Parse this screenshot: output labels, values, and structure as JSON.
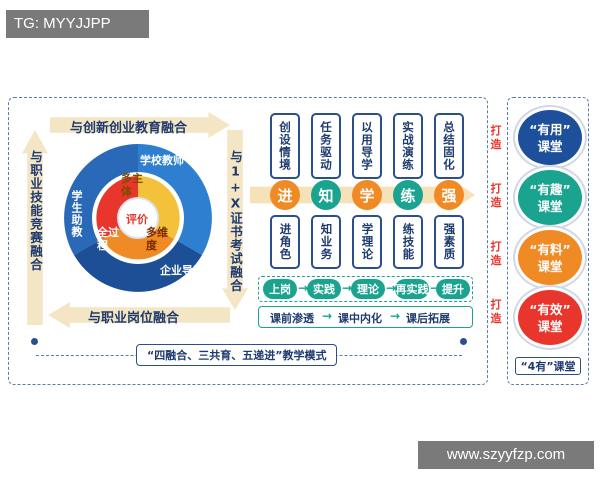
{
  "watermarks": {
    "top_left": "TG: MYYJJPP",
    "bottom_right": "www.szyyfzp.com"
  },
  "left_panel": {
    "top_label": "与创新创业教育融合",
    "bottom_label": "与职业岗位融合",
    "left_label": "与职业技能竞赛融合",
    "right_label": "与1+X证书考试融合",
    "wheel": {
      "outer": [
        "学校教师",
        "企业导师",
        "学生助教"
      ],
      "inner": [
        "多主体",
        "多维度",
        "全过程"
      ],
      "center": "评价"
    }
  },
  "stages": {
    "top_boxes": [
      "创设情境",
      "任务驱动",
      "以用导学",
      "实战演练",
      "总结固化"
    ],
    "circles": [
      "进",
      "知",
      "学",
      "练",
      "强"
    ],
    "bottom_boxes": [
      "进角色",
      "知业务",
      "学理论",
      "练技能",
      "强素质"
    ],
    "circle_colors": [
      "#f08a24",
      "#1aa38f",
      "#f08a24",
      "#1aa38f",
      "#f08a24"
    ]
  },
  "flow1": [
    "上岗",
    "实践",
    "理论",
    "再实践",
    "提升"
  ],
  "flow2": [
    "课前渗透",
    "课中内化",
    "课后拓展"
  ],
  "bottom_caption": "“四融合、三共育、五递进”教学模式",
  "connector": [
    "打",
    "造"
  ],
  "right_panel": {
    "items": [
      {
        "line1": "“有用”",
        "line2": "课堂",
        "color": "#1e4f9a"
      },
      {
        "line1": "“有趣”",
        "line2": "课堂",
        "color": "#1aa38f"
      },
      {
        "line1": "“有料”",
        "line2": "课堂",
        "color": "#f08a24"
      },
      {
        "line1": "“有效”",
        "line2": "课堂",
        "color": "#e8362c"
      }
    ],
    "caption": "“4有”课堂"
  }
}
